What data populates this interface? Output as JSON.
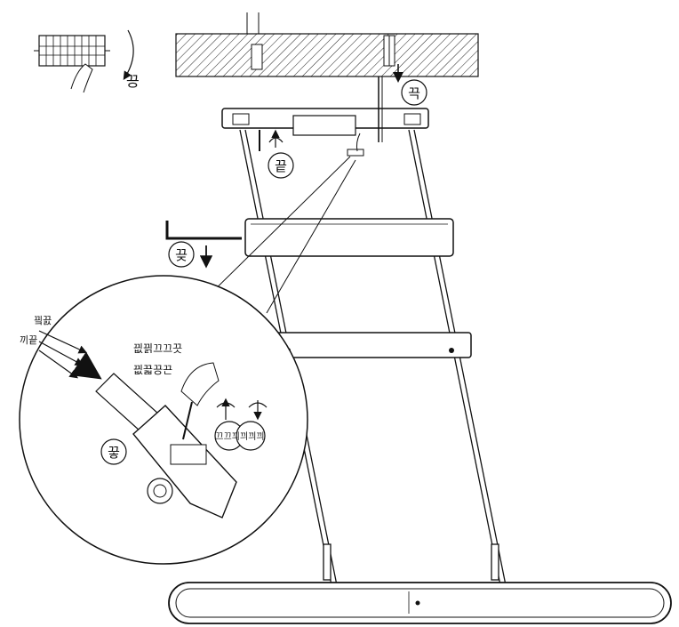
{
  "steps": {
    "step_power_off": "끙",
    "step_ceiling_mount": "끅",
    "step_canopy_screw": "끝",
    "step_spacer_bar": "끚",
    "step_wiring": "끟"
  },
  "wire_labels": {
    "wire_top": "끸끐",
    "wire_bottom": "끼끝"
  },
  "detail_texts": {
    "note_line1": "끲끩끄끄끗",
    "note_line2": "끲끏끙끈"
  },
  "terminal_note": "끄끄끠끠끠끠"
}
